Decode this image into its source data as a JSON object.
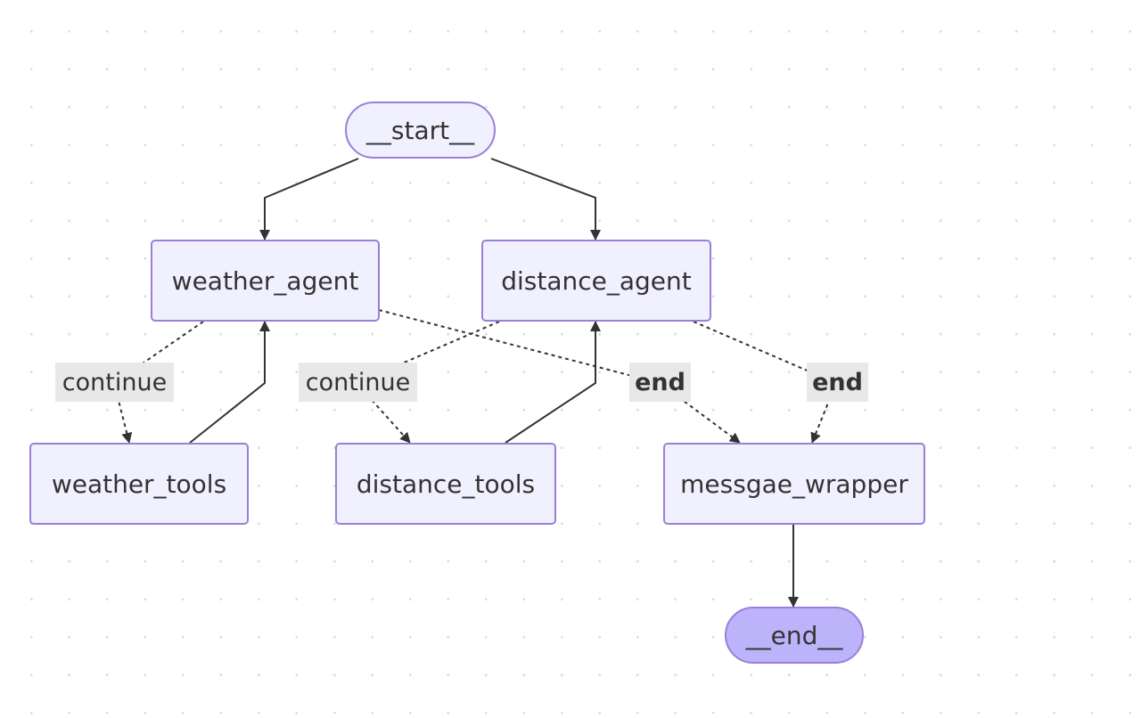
{
  "colors": {
    "node_fill": "#f1f0ff",
    "node_border": "#9c7ed8",
    "end_node_fill": "#bdb3fb",
    "edge": "#333333",
    "label_bg": "#e8e8e8"
  },
  "nodes": {
    "start": "__start__",
    "weather_agent": "weather_agent",
    "distance_agent": "distance_agent",
    "weather_tools": "weather_tools",
    "distance_tools": "distance_tools",
    "message_wrapper": "messgae_wrapper",
    "end": "__end__"
  },
  "edges": [
    {
      "from": "__start__",
      "to": "weather_agent",
      "style": "solid"
    },
    {
      "from": "__start__",
      "to": "distance_agent",
      "style": "solid"
    },
    {
      "from": "weather_agent",
      "to": "weather_tools",
      "style": "dashed",
      "label": "continue"
    },
    {
      "from": "weather_tools",
      "to": "weather_agent",
      "style": "solid"
    },
    {
      "from": "distance_agent",
      "to": "distance_tools",
      "style": "dashed",
      "label": "continue"
    },
    {
      "from": "distance_tools",
      "to": "distance_agent",
      "style": "solid"
    },
    {
      "from": "weather_agent",
      "to": "messgae_wrapper",
      "style": "dashed",
      "label": "end"
    },
    {
      "from": "distance_agent",
      "to": "messgae_wrapper",
      "style": "dashed",
      "label": "end"
    },
    {
      "from": "messgae_wrapper",
      "to": "__end__",
      "style": "solid"
    }
  ],
  "edge_labels": {
    "weather_continue": "continue",
    "distance_continue": "continue",
    "weather_end": "end",
    "distance_end": "end"
  }
}
